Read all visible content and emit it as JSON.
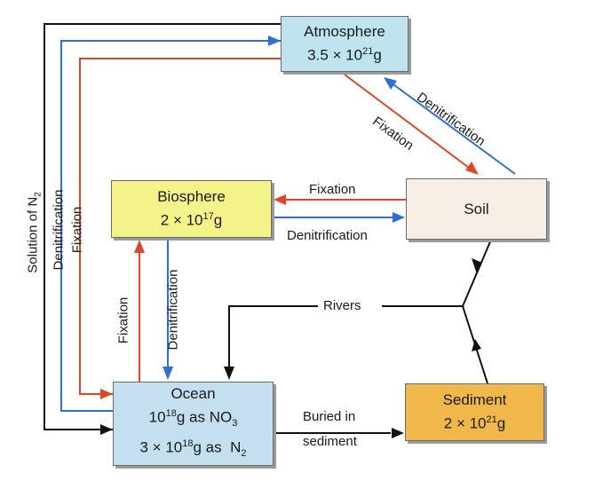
{
  "nodes": {
    "atmosphere": {
      "name": "Atmosphere",
      "value": "3.5 × 10",
      "exp": "21",
      "unit": "g"
    },
    "biosphere": {
      "name": "Biosphere",
      "value": "2 × 10",
      "exp": "17",
      "unit": "g"
    },
    "soil": {
      "name": "Soil"
    },
    "ocean": {
      "name": "Ocean",
      "line1_value": "10",
      "line1_exp": "18",
      "line1_unit": "g as NO",
      "line1_sub": "3",
      "line2_value": "3 × 10",
      "line2_exp": "18",
      "line2_unit": "g as  N",
      "line2_sub": "2"
    },
    "sediment": {
      "name": "Sediment",
      "value": "2 × 10",
      "exp": "21",
      "unit": "g"
    }
  },
  "labels": {
    "fixation_atm_soil": "Fixation",
    "denitrification_soil_atm": "Denitrification",
    "fixation_soil_bio": "Fixation",
    "denitrification_bio_soil": "Denitrification",
    "fixation_ocean_bio": "Fixation",
    "denitrification_bio_ocean": "Denitrification",
    "solution_of_n2": "Solution of N",
    "solution_of_n2_sub": "2",
    "denitrification_ocean_atm": "Denitrification",
    "fixation_atm_ocean": "Fixation",
    "rivers": "Rivers",
    "buried_line1": "Buried in",
    "buried_line2": "sediment"
  },
  "colors": {
    "fixation": "#e0452b",
    "denitrification": "#2f6fd0",
    "physical": "#111111"
  }
}
